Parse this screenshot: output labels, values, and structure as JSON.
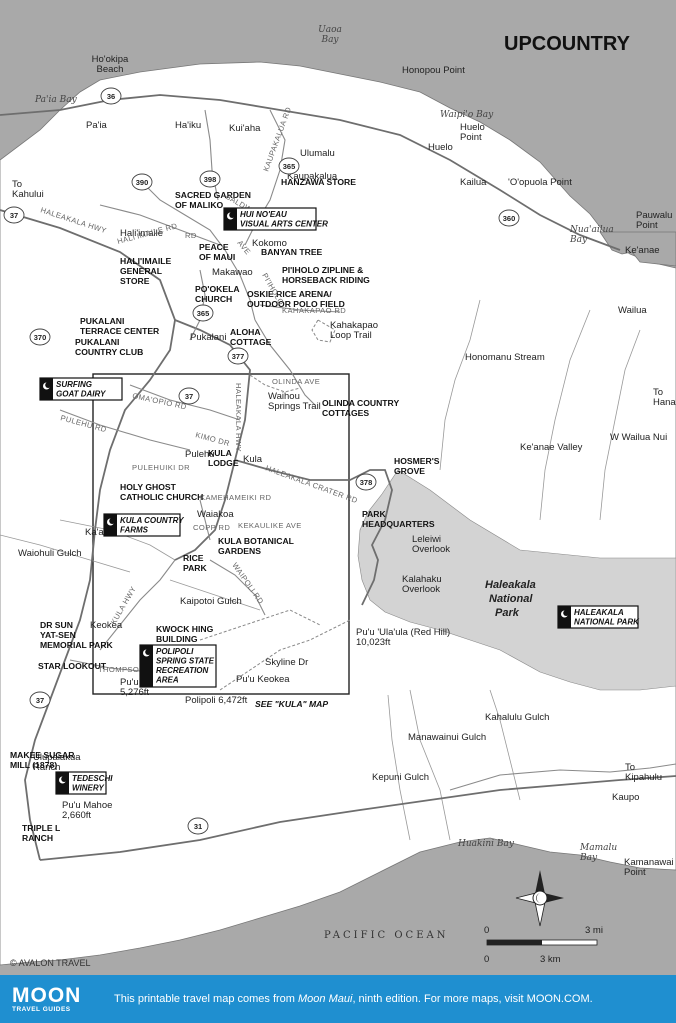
{
  "map": {
    "title": "UPCOUNTRY",
    "copyright": "© AVALON TRAVEL",
    "see_map": "SEE \"KULA\" MAP",
    "ocean": "PACIFIC OCEAN",
    "colors": {
      "ocean": "#a9a9a9",
      "land": "#ffffff",
      "park": "#d3d3d3",
      "road": "#8a8a8a",
      "footer": "#1f8fd0"
    },
    "water_labels": [
      {
        "name": "bay-uaoa",
        "lines": [
          "Uaoa",
          "Bay"
        ]
      },
      {
        "name": "bay-paia",
        "lines": [
          "Pa'ia Bay"
        ]
      },
      {
        "name": "bay-waipio",
        "lines": [
          "Waipi'o Bay"
        ]
      },
      {
        "name": "bay-nuu",
        "lines": [
          "Nua'ailua",
          "Bay"
        ]
      },
      {
        "name": "bay-huakini",
        "lines": [
          "Huakini Bay"
        ]
      },
      {
        "name": "bay-mamalu",
        "lines": [
          "Mamalu",
          "Bay"
        ]
      }
    ],
    "place_labels": [
      {
        "name": "hookipa-beach",
        "lines": [
          "Ho'okipa",
          "Beach"
        ]
      },
      {
        "name": "honopou-point",
        "lines": [
          "Honopou Point"
        ]
      },
      {
        "name": "paia",
        "lines": [
          "Pa'ia"
        ]
      },
      {
        "name": "haiku",
        "lines": [
          "Ha'iku"
        ]
      },
      {
        "name": "kuiaha",
        "lines": [
          "Kui'aha"
        ]
      },
      {
        "name": "huelo-point",
        "lines": [
          "Huelo",
          "Point"
        ]
      },
      {
        "name": "ulumalu",
        "lines": [
          "Ulumalu"
        ]
      },
      {
        "name": "huelo",
        "lines": [
          "Huelo"
        ]
      },
      {
        "name": "to-kahului",
        "lines": [
          "To",
          "Kahului"
        ]
      },
      {
        "name": "kaupakalua",
        "lines": [
          "Kaupakalua"
        ]
      },
      {
        "name": "kailua",
        "lines": [
          "Kailua"
        ]
      },
      {
        "name": "oopuola-point",
        "lines": [
          "'O'opuola Point"
        ]
      },
      {
        "name": "pauwalu-point",
        "lines": [
          "Pauwalu",
          "Point"
        ]
      },
      {
        "name": "halimaile",
        "lines": [
          "Hali'imaile"
        ]
      },
      {
        "name": "kokomo",
        "lines": [
          "Kokomo"
        ]
      },
      {
        "name": "keanae",
        "lines": [
          "Ke'anae"
        ]
      },
      {
        "name": "makawao",
        "lines": [
          "Makawao"
        ]
      },
      {
        "name": "wailua",
        "lines": [
          "Wailua"
        ]
      },
      {
        "name": "pukalani",
        "lines": [
          "Pukalani"
        ]
      },
      {
        "name": "kahakapao-loop",
        "lines": [
          "Kahakapao",
          "Loop Trail"
        ]
      },
      {
        "name": "to-hana",
        "lines": [
          "To",
          "Hana"
        ]
      },
      {
        "name": "waihou-springs",
        "lines": [
          "Waihou",
          "Springs Trail"
        ]
      },
      {
        "name": "honomanu-stream",
        "lines": [
          "Honomanu Stream"
        ]
      },
      {
        "name": "keanae-valley",
        "lines": [
          "Ke'anae Valley"
        ]
      },
      {
        "name": "w-wailua-nui",
        "lines": [
          "W Wailua Nui"
        ]
      },
      {
        "name": "pulehu",
        "lines": [
          "Pulehu"
        ]
      },
      {
        "name": "kula",
        "lines": [
          "Kula"
        ]
      },
      {
        "name": "waiakoa",
        "lines": [
          "Waiakoa"
        ]
      },
      {
        "name": "leleiwi-overlook",
        "lines": [
          "Leleiwi",
          "Overlook"
        ]
      },
      {
        "name": "kalahaku-overlook",
        "lines": [
          "Kalahaku",
          "Overlook"
        ]
      },
      {
        "name": "kaakaulua-gulch",
        "lines": [
          "Ka'akaulua Gulch"
        ]
      },
      {
        "name": "waiohuli-gulch",
        "lines": [
          "Waiohuli Gulch"
        ]
      },
      {
        "name": "kaipotoi-gulch",
        "lines": [
          "Kaipotoi Gulch"
        ]
      },
      {
        "name": "keokea",
        "lines": [
          "Keokea"
        ]
      },
      {
        "name": "puu-ulaula",
        "lines": [
          "Pu'u 'Ula'ula (Red Hill)",
          "10,023ft"
        ]
      },
      {
        "name": "skyline-dr",
        "lines": [
          "Skyline Dr"
        ]
      },
      {
        "name": "puu-keokea",
        "lines": [
          "Pu'u Keokea"
        ]
      },
      {
        "name": "puu-makua",
        "lines": [
          "Pu'u Makua",
          "5,276ft"
        ]
      },
      {
        "name": "polipoli",
        "lines": [
          "Polipoli 6,472ft"
        ]
      },
      {
        "name": "ulupalakua-ranch",
        "lines": [
          "Ulupalakua",
          "Ranch"
        ]
      },
      {
        "name": "puu-mahoe",
        "lines": [
          "Pu'u Mahoe",
          "2,660ft"
        ]
      },
      {
        "name": "manawainui-gulch",
        "lines": [
          "Manawainui Gulch"
        ]
      },
      {
        "name": "kepuni-gulch",
        "lines": [
          "Kepuni Gulch"
        ]
      },
      {
        "name": "kahalulu-gulch",
        "lines": [
          "Kahalulu Gulch"
        ]
      },
      {
        "name": "to-kipahulu",
        "lines": [
          "To",
          "Kipahulu"
        ]
      },
      {
        "name": "kaupo",
        "lines": [
          "Kaupo"
        ]
      },
      {
        "name": "kamanawai-point",
        "lines": [
          "Kamanawai",
          "Point"
        ]
      }
    ],
    "poi_labels": [
      {
        "name": "sacred-garden",
        "lines": [
          "SACRED GARDEN",
          "OF MALIKO"
        ]
      },
      {
        "name": "hanzawa-store",
        "lines": [
          "HANZAWA STORE"
        ]
      },
      {
        "name": "peace-of-maui",
        "lines": [
          "PEACE",
          "OF MAUI"
        ]
      },
      {
        "name": "banyan-tree",
        "lines": [
          "BANYAN TREE"
        ]
      },
      {
        "name": "halimaile-store",
        "lines": [
          "HALI'IMAILE",
          "GENERAL",
          "STORE"
        ]
      },
      {
        "name": "piiholo-zipline",
        "lines": [
          "PI'IHOLO ZIPLINE &",
          "HORSEBACK RIDING"
        ]
      },
      {
        "name": "pookela-church",
        "lines": [
          "PO'OKELA",
          "CHURCH"
        ]
      },
      {
        "name": "oskie-rice",
        "lines": [
          "OSKIE RICE ARENA/",
          "OUTDOOR POLO FIELD"
        ]
      },
      {
        "name": "pukalani-terrace",
        "lines": [
          "PUKALANI",
          "TERRACE CENTER"
        ]
      },
      {
        "name": "pukalani-cc",
        "lines": [
          "PUKALANI",
          "COUNTRY CLUB"
        ]
      },
      {
        "name": "aloha-cottage",
        "lines": [
          "ALOHA",
          "COTTAGE"
        ]
      },
      {
        "name": "olinda-cottages",
        "lines": [
          "OLINDA COUNTRY",
          "COTTAGES"
        ]
      },
      {
        "name": "kula-lodge",
        "lines": [
          "KULA",
          "LODGE"
        ]
      },
      {
        "name": "hosmers-grove",
        "lines": [
          "HOSMER'S",
          "GROVE"
        ]
      },
      {
        "name": "holy-ghost",
        "lines": [
          "HOLY GHOST",
          "CATHOLIC CHURCH"
        ]
      },
      {
        "name": "park-hq",
        "lines": [
          "PARK",
          "HEADQUARTERS"
        ]
      },
      {
        "name": "kula-botanical",
        "lines": [
          "KULA BOTANICAL",
          "GARDENS"
        ]
      },
      {
        "name": "rice-park",
        "lines": [
          "RICE",
          "PARK"
        ]
      },
      {
        "name": "dr-sun-yatsen",
        "lines": [
          "DR SUN",
          "YAT-SEN",
          "MEMORIAL PARK"
        ]
      },
      {
        "name": "kwock-hing",
        "lines": [
          "KWOCK HING",
          "BUILDING"
        ]
      },
      {
        "name": "star-lookout",
        "lines": [
          "STAR LOOKOUT"
        ]
      },
      {
        "name": "makee-sugar-mill",
        "lines": [
          "MAKEE SUGAR",
          "MILL (1878)"
        ]
      },
      {
        "name": "triple-l-ranch",
        "lines": [
          "TRIPLE L",
          "RANCH"
        ]
      }
    ],
    "callouts": [
      {
        "name": "hui-noeau",
        "lines": [
          "HUI NO'EAU",
          "VISUAL ARTS CENTER"
        ]
      },
      {
        "name": "surfing-goat",
        "lines": [
          "SURFING",
          "GOAT DAIRY"
        ]
      },
      {
        "name": "kula-country-farms",
        "lines": [
          "KULA COUNTRY",
          "FARMS"
        ]
      },
      {
        "name": "polipoli-park",
        "lines": [
          "POLIPOLI",
          "SPRING STATE",
          "RECREATION",
          "AREA"
        ]
      },
      {
        "name": "haleakala-np-callout",
        "lines": [
          "HALEAKALA",
          "NATIONAL PARK"
        ]
      },
      {
        "name": "tedeschi-winery",
        "lines": [
          "TEDESCHI",
          "WINERY"
        ]
      }
    ],
    "park_label": [
      "Haleakala",
      "National",
      "Park"
    ],
    "road_labels": [
      {
        "name": "road-haleakala-hwy-west",
        "text": "HALEAKALA HWY"
      },
      {
        "name": "road-baldwin",
        "text": "BALDWIN"
      },
      {
        "name": "road-halimaile-rd",
        "text": "HALI'IMAILE RD"
      },
      {
        "name": "road-kaupakalua",
        "text": "KAUPAKALUA RD"
      },
      {
        "name": "road-piiholo",
        "text": "PI'IHOLO"
      },
      {
        "name": "road-rd",
        "text": "RD"
      },
      {
        "name": "road-ave",
        "text": "AVE"
      },
      {
        "name": "road-kahakapao-rd",
        "text": "KAHAKAPAO RD"
      },
      {
        "name": "road-olinda-ave",
        "text": "OLINDA AVE"
      },
      {
        "name": "road-omaopio",
        "text": "OMA'OPIO RD"
      },
      {
        "name": "road-pulehu-rd",
        "text": "PULEHU RD"
      },
      {
        "name": "road-kimo-dr",
        "text": "KIMO DR"
      },
      {
        "name": "road-haleakala-hwy",
        "text": "HALEAKALA HWY"
      },
      {
        "name": "road-crater-rd",
        "text": "HALEAKALA CRATER RD"
      },
      {
        "name": "road-pulehuiki",
        "text": "PULEHUIKI DR"
      },
      {
        "name": "road-kamehameiki",
        "text": "KAMEHAMEIKI RD"
      },
      {
        "name": "road-copp-rd",
        "text": "COPP RD"
      },
      {
        "name": "road-kekaulike",
        "text": "KEKAULIKE AVE"
      },
      {
        "name": "road-waipoli",
        "text": "WAIPOLI RD"
      },
      {
        "name": "road-kula-hwy",
        "text": "KULA HWY"
      },
      {
        "name": "road-thompson",
        "text": "THOMPSON RD"
      }
    ],
    "highway_shields": [
      "36",
      "365",
      "398",
      "390",
      "37",
      "360",
      "365",
      "370",
      "377",
      "37",
      "378",
      "37",
      "31"
    ],
    "scale": {
      "mi_zero": "0",
      "mi_end": "3 mi",
      "km_zero": "0",
      "km_end": "3 km"
    }
  },
  "footer": {
    "logo_main": "MOON",
    "logo_sub": "TRAVEL GUIDES",
    "text_before": "This printable travel map comes from ",
    "text_book": "Moon Maui",
    "text_after": ", ninth edition. For more maps, visit MOON.COM."
  }
}
